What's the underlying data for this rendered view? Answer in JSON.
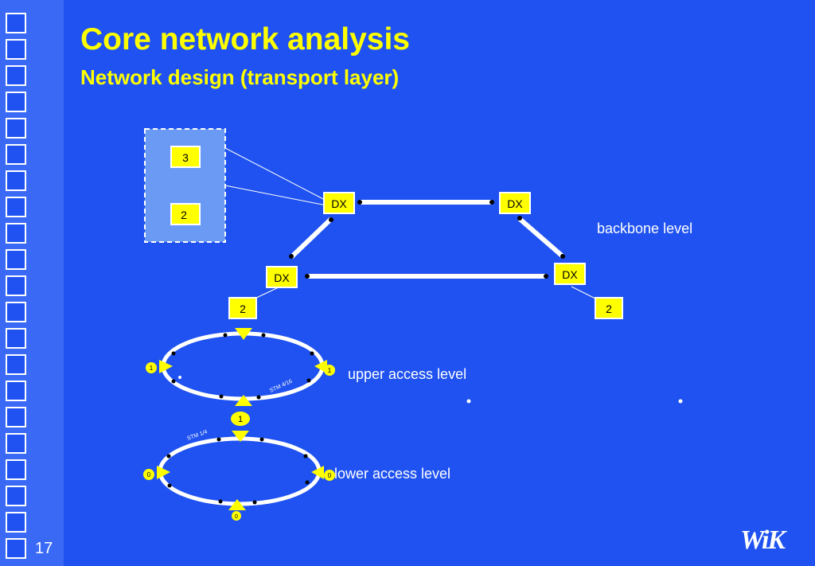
{
  "slide": {
    "title": "Core network analysis",
    "subtitle": "Network design (transport layer)",
    "page_number": "17",
    "logo": "WiK"
  },
  "levels": {
    "backbone": "backbone level",
    "upper_access": "upper access level",
    "lower_access": "lower access level"
  },
  "nodes": {
    "dx": "DX",
    "inset_top": "3",
    "inset_bottom": "2",
    "left_two": "2",
    "right_two": "2",
    "upper_left": "1",
    "upper_right": "1",
    "between_rings": "1",
    "lower_left": "0",
    "lower_right": "0",
    "lower_bottom": "0"
  },
  "links": {
    "upper_ring": "STM 4/16",
    "lower_ring": "STM 1/4"
  },
  "colors": {
    "background": "#1f52f0",
    "node_fill": "#ffff00",
    "title": "#ffff00",
    "inset_fill": "#6b9af5"
  }
}
